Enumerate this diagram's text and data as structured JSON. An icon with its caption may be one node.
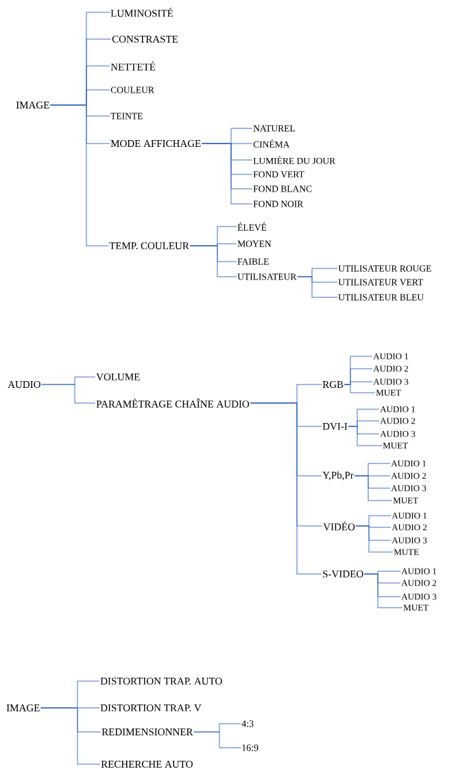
{
  "diagram": {
    "nodes": [
      {
        "text": [
          "IMAGE"
        ]
      },
      {
        "text": [
          "LUMINOSITÉ"
        ]
      },
      {
        "text": [
          "CONSTRASTE"
        ]
      },
      {
        "text": [
          "NETTETÉ"
        ]
      },
      {
        "text": [
          "COULEUR"
        ]
      },
      {
        "text": [
          "TEINTE"
        ]
      },
      {
        "text": [
          "MODE AFFICHAGE"
        ]
      },
      {
        "text": [
          "NATUREL"
        ]
      },
      {
        "text": [
          "CINÉMA"
        ]
      },
      {
        "text": [
          "LUMIÈRE DU JOUR"
        ]
      },
      {
        "text": [
          "FOND VERT"
        ]
      },
      {
        "text": [
          "FOND BLANC"
        ]
      },
      {
        "text": [
          "FOND NOIR"
        ]
      },
      {
        "text": [
          "TEMP. COULEUR"
        ]
      },
      {
        "text": [
          "ÉLEVÉ"
        ]
      },
      {
        "text": [
          "MOYEN"
        ]
      },
      {
        "text": [
          "FAIBLE"
        ]
      },
      {
        "text": [
          "UTILISATEUR"
        ]
      },
      {
        "text": [
          "UTILISATEUR ROUGE"
        ]
      },
      {
        "text": [
          "UTILISATEUR VERT"
        ]
      },
      {
        "text": [
          "UTILISATEUR BLEU"
        ]
      },
      {
        "text": [
          "AUDIO"
        ]
      },
      {
        "text": [
          "VOLUME"
        ]
      },
      {
        "text": [
          "PARAMÈTRAGE CHAÎNE AUDIO"
        ]
      },
      {
        "text": [
          "RGB"
        ]
      },
      {
        "text": [
          "AUDIO 1"
        ]
      },
      {
        "text": [
          "AUDIO 2"
        ]
      },
      {
        "text": [
          "AUDIO 3"
        ]
      },
      {
        "text": [
          "MUET"
        ]
      },
      {
        "text": [
          "DVI-I"
        ]
      },
      {
        "text": [
          "AUDIO 1"
        ]
      },
      {
        "text": [
          "AUDIO 2"
        ]
      },
      {
        "text": [
          "AUDIO 3"
        ]
      },
      {
        "text": [
          "MUET"
        ]
      },
      {
        "text": [
          "Y,Pb,Pr"
        ]
      },
      {
        "text": [
          "AUDIO 1"
        ]
      },
      {
        "text": [
          "AUDIO 2"
        ]
      },
      {
        "text": [
          "AUDIO 3"
        ]
      },
      {
        "text": [
          "MUET"
        ]
      },
      {
        "text": [
          "VIDÉO"
        ]
      },
      {
        "text": [
          "AUDIO 1"
        ]
      },
      {
        "text": [
          "AUDIO 2"
        ]
      },
      {
        "text": [
          "AUDIO 3"
        ]
      },
      {
        "text": [
          "MUTE"
        ]
      },
      {
        "text": [
          "S-VIDEO"
        ]
      },
      {
        "text": [
          "AUDIO 1"
        ]
      },
      {
        "text": [
          "AUDIO 2"
        ]
      },
      {
        "text": [
          "AUDIO 3"
        ]
      },
      {
        "text": [
          "MUET"
        ]
      },
      {
        "text": [
          "IMAGE"
        ]
      },
      {
        "text": [
          "DISTORTION TRAP. AUTO"
        ]
      },
      {
        "text": [
          "DISTORTION TRAP. V"
        ]
      },
      {
        "text": [
          "REDIMENSIONNER"
        ]
      },
      {
        "text": [
          "4:3"
        ]
      },
      {
        "text": [
          "16:9"
        ]
      },
      {
        "text": [
          "RECHERCHE AUTO"
        ]
      }
    ],
    "edges": [
      {
        "from": 0,
        "to": 1,
        "arrow": "none"
      },
      {
        "from": 0,
        "to": 2,
        "arrow": "none"
      },
      {
        "from": 0,
        "to": 3,
        "arrow": "none"
      },
      {
        "from": 0,
        "to": 4,
        "arrow": "none"
      },
      {
        "from": 0,
        "to": 5,
        "arrow": "none"
      },
      {
        "from": 0,
        "to": 6,
        "arrow": "none"
      },
      {
        "from": 0,
        "to": 13,
        "arrow": "none"
      },
      {
        "from": 6,
        "to": 7,
        "arrow": "none"
      },
      {
        "from": 6,
        "to": 8,
        "arrow": "none"
      },
      {
        "from": 6,
        "to": 9,
        "arrow": "none"
      },
      {
        "from": 6,
        "to": 10,
        "arrow": "none"
      },
      {
        "from": 6,
        "to": 11,
        "arrow": "none"
      },
      {
        "from": 6,
        "to": 12,
        "arrow": "none"
      },
      {
        "from": 13,
        "to": 14,
        "arrow": "none"
      },
      {
        "from": 13,
        "to": 15,
        "arrow": "none"
      },
      {
        "from": 13,
        "to": 16,
        "arrow": "none"
      },
      {
        "from": 13,
        "to": 17,
        "arrow": "none"
      },
      {
        "from": 17,
        "to": 18,
        "arrow": "none"
      },
      {
        "from": 17,
        "to": 19,
        "arrow": "none"
      },
      {
        "from": 17,
        "to": 20,
        "arrow": "none"
      },
      {
        "from": 21,
        "to": 22,
        "arrow": "none"
      },
      {
        "from": 21,
        "to": 23,
        "arrow": "none"
      },
      {
        "from": 23,
        "to": 24,
        "arrow": "none"
      },
      {
        "from": 23,
        "to": 29,
        "arrow": "none"
      },
      {
        "from": 23,
        "to": 34,
        "arrow": "none"
      },
      {
        "from": 23,
        "to": 39,
        "arrow": "none"
      },
      {
        "from": 23,
        "to": 44,
        "arrow": "none"
      },
      {
        "from": 24,
        "to": 25,
        "arrow": "none"
      },
      {
        "from": 24,
        "to": 26,
        "arrow": "none"
      },
      {
        "from": 24,
        "to": 27,
        "arrow": "none"
      },
      {
        "from": 24,
        "to": 28,
        "arrow": "none"
      },
      {
        "from": 29,
        "to": 30,
        "arrow": "none"
      },
      {
        "from": 29,
        "to": 31,
        "arrow": "none"
      },
      {
        "from": 29,
        "to": 32,
        "arrow": "none"
      },
      {
        "from": 29,
        "to": 33,
        "arrow": "none"
      },
      {
        "from": 34,
        "to": 35,
        "arrow": "none"
      },
      {
        "from": 34,
        "to": 36,
        "arrow": "none"
      },
      {
        "from": 34,
        "to": 37,
        "arrow": "none"
      },
      {
        "from": 34,
        "to": 38,
        "arrow": "none"
      },
      {
        "from": 39,
        "to": 40,
        "arrow": "none"
      },
      {
        "from": 39,
        "to": 41,
        "arrow": "none"
      },
      {
        "from": 39,
        "to": 42,
        "arrow": "none"
      },
      {
        "from": 39,
        "to": 43,
        "arrow": "none"
      },
      {
        "from": 44,
        "to": 45,
        "arrow": "none"
      },
      {
        "from": 44,
        "to": 46,
        "arrow": "none"
      },
      {
        "from": 44,
        "to": 47,
        "arrow": "none"
      },
      {
        "from": 44,
        "to": 48,
        "arrow": "none"
      },
      {
        "from": 49,
        "to": 50,
        "arrow": "none"
      },
      {
        "from": 49,
        "to": 51,
        "arrow": "none"
      },
      {
        "from": 49,
        "to": 52,
        "arrow": "none"
      },
      {
        "from": 49,
        "to": 55,
        "arrow": "none"
      },
      {
        "from": 52,
        "to": 53,
        "arrow": "none"
      },
      {
        "from": 52,
        "to": 54,
        "arrow": "none"
      }
    ]
  }
}
